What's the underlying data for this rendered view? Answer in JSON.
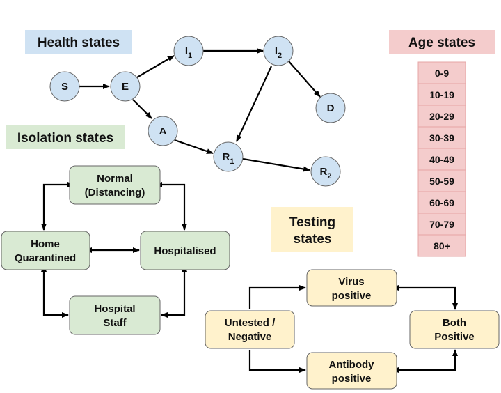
{
  "titles": {
    "health": "Health states",
    "isolation": "Isolation states",
    "testing_line1": "Testing",
    "testing_line2": "states",
    "age": "Age states"
  },
  "health_nodes": {
    "s": {
      "main": "S",
      "sub": ""
    },
    "e": {
      "main": "E",
      "sub": ""
    },
    "i1": {
      "main": "I",
      "sub": "1"
    },
    "i2": {
      "main": "I",
      "sub": "2"
    },
    "d": {
      "main": "D",
      "sub": ""
    },
    "a": {
      "main": "A",
      "sub": ""
    },
    "r1": {
      "main": "R",
      "sub": "1"
    },
    "r2": {
      "main": "R",
      "sub": "2"
    }
  },
  "isolation_nodes": {
    "normal": [
      "Normal",
      "(Distancing)"
    ],
    "home": [
      "Home",
      "Quarantined"
    ],
    "hospitalised": [
      "Hospitalised"
    ],
    "staff": [
      "Hospital",
      "Staff"
    ]
  },
  "testing_nodes": {
    "untested": [
      "Untested /",
      "Negative"
    ],
    "virus": [
      "Virus",
      "positive"
    ],
    "antibody": [
      "Antibody",
      "positive"
    ],
    "both": [
      "Both",
      "Positive"
    ]
  },
  "age_states": [
    "0-9",
    "10-19",
    "20-29",
    "30-39",
    "40-49",
    "50-59",
    "60-69",
    "70-79",
    "80+"
  ],
  "colors": {
    "health_node_fill": "#cfe2f3",
    "health_title_bg": "#cfe2f3",
    "isolation_fill": "#d9ead3",
    "testing_fill": "#fff2cc",
    "age_fill": "#f4cccc",
    "age_border": "#e6a5a5",
    "outline": "#666666",
    "edge": "#000000"
  }
}
